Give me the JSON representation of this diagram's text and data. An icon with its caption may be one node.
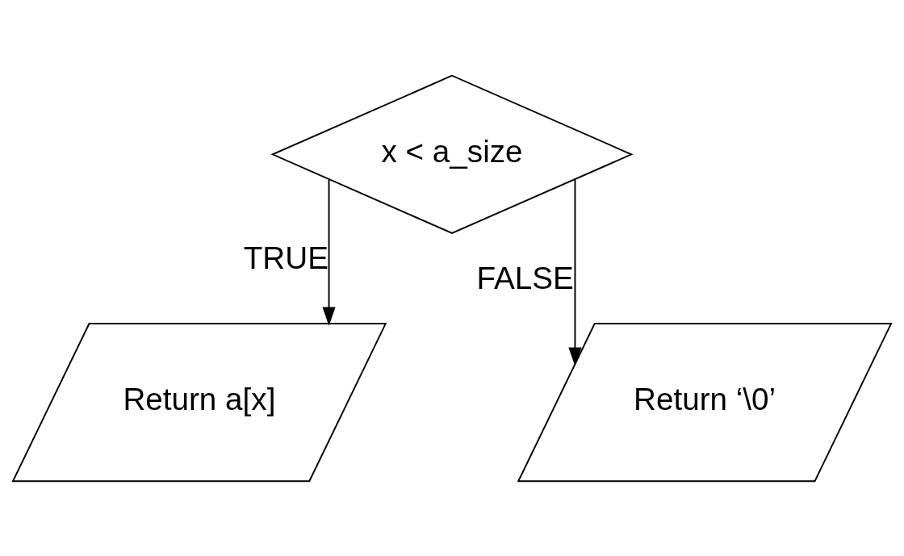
{
  "diagram": {
    "nodes": [
      {
        "text": [
          "x < a_size"
        ]
      },
      {
        "text": [
          "Return a[x]"
        ]
      },
      {
        "text": [
          "Return ‘\\0’"
        ]
      }
    ],
    "edges": [
      {
        "from": 0,
        "to": 1,
        "arrow": "to",
        "label": "TRUE"
      },
      {
        "from": 0,
        "to": 2,
        "arrow": "to",
        "label": "FALSE"
      }
    ]
  }
}
